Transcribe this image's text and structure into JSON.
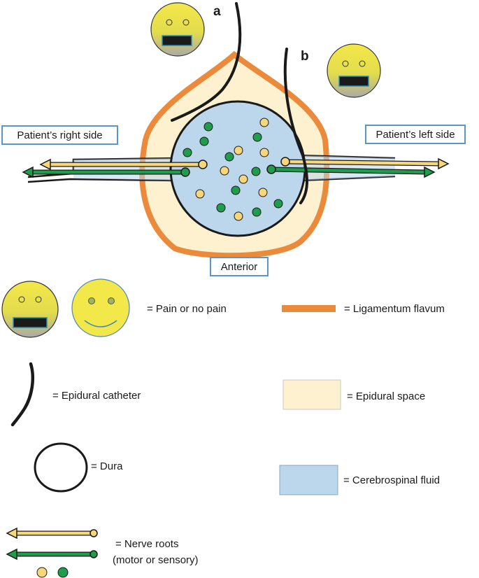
{
  "markers": {
    "a": "a",
    "b": "b"
  },
  "labels": {
    "right_side": "Patient’s right side",
    "left_side": "Patient’s left side",
    "anterior": "Anterior"
  },
  "legend": {
    "pain": "= Pain or no pain",
    "ligamentum": "= Ligamentum flavum",
    "catheter": "= Epidural catheter",
    "epidural_space": "= Epidural space",
    "dura": "= Dura",
    "csf": "= Cerebrospinal fluid",
    "nerve_roots_1": "= Nerve roots",
    "nerve_roots_2": "(motor or sensory)"
  },
  "colors": {
    "ligamentum_flavum": "#ec8a3c",
    "epidural_space": "#fdf1cf",
    "csf": "#bcd6ec",
    "nerve_yellow": "#f6d77b",
    "nerve_green": "#1f9c4c",
    "box_border": "#5a97c9"
  }
}
